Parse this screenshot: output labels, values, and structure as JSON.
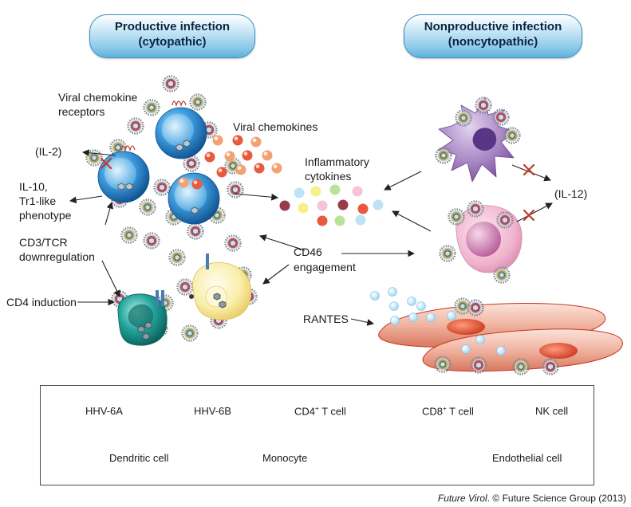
{
  "headers": {
    "productive": {
      "line1": "Productive infection",
      "line2": "(cytopathic)"
    },
    "nonproductive": {
      "line1": "Nonproductive infection",
      "line2": "(noncytopathic)"
    }
  },
  "labels": {
    "viral_chemokine_receptors_1": "Viral chemokine",
    "viral_chemokine_receptors_2": "receptors",
    "viral_chemokines": "Viral chemokines",
    "il2": "(IL-2)",
    "il10_1": "IL-10,",
    "il10_2": "Tr1-like",
    "il10_3": "phenotype",
    "cd3_1": "CD3/TCR",
    "cd3_2": "downregulation",
    "cd4_induction": "CD4 induction",
    "inflammatory_1": "Inflammatory",
    "inflammatory_2": "cytokines",
    "cd46_1": "CD46",
    "cd46_2": "engagement",
    "il12": "(IL-12)",
    "rantes": "RANTES"
  },
  "legend": {
    "hhv6a": "HHV-6A",
    "hhv6b": "HHV-6B",
    "cd4_cell": "CD4",
    "cd4_sup": "+",
    "cd4_rest": " T cell",
    "cd8_cell": "CD8",
    "cd8_sup": "+",
    "cd8_rest": " T cell",
    "nk_cell": "NK cell",
    "dendritic": "Dendritic cell",
    "monocyte": "Monocyte",
    "endothelial": "Endothelial cell"
  },
  "credit": {
    "journal": "Future Virol",
    "rest": ". © Future Science Group (2013)"
  },
  "colors": {
    "cd4": "#1f7ec6",
    "cd8": "#1a9a94",
    "nk": "#f6e79a",
    "dendritic": "#9b72b5",
    "monocyte": "#e9a5c3",
    "endothelial": "#d9572f",
    "hhv6a": "#c54d62",
    "hhv6b": "#d9a23a",
    "inhibit": "#c0392b"
  }
}
